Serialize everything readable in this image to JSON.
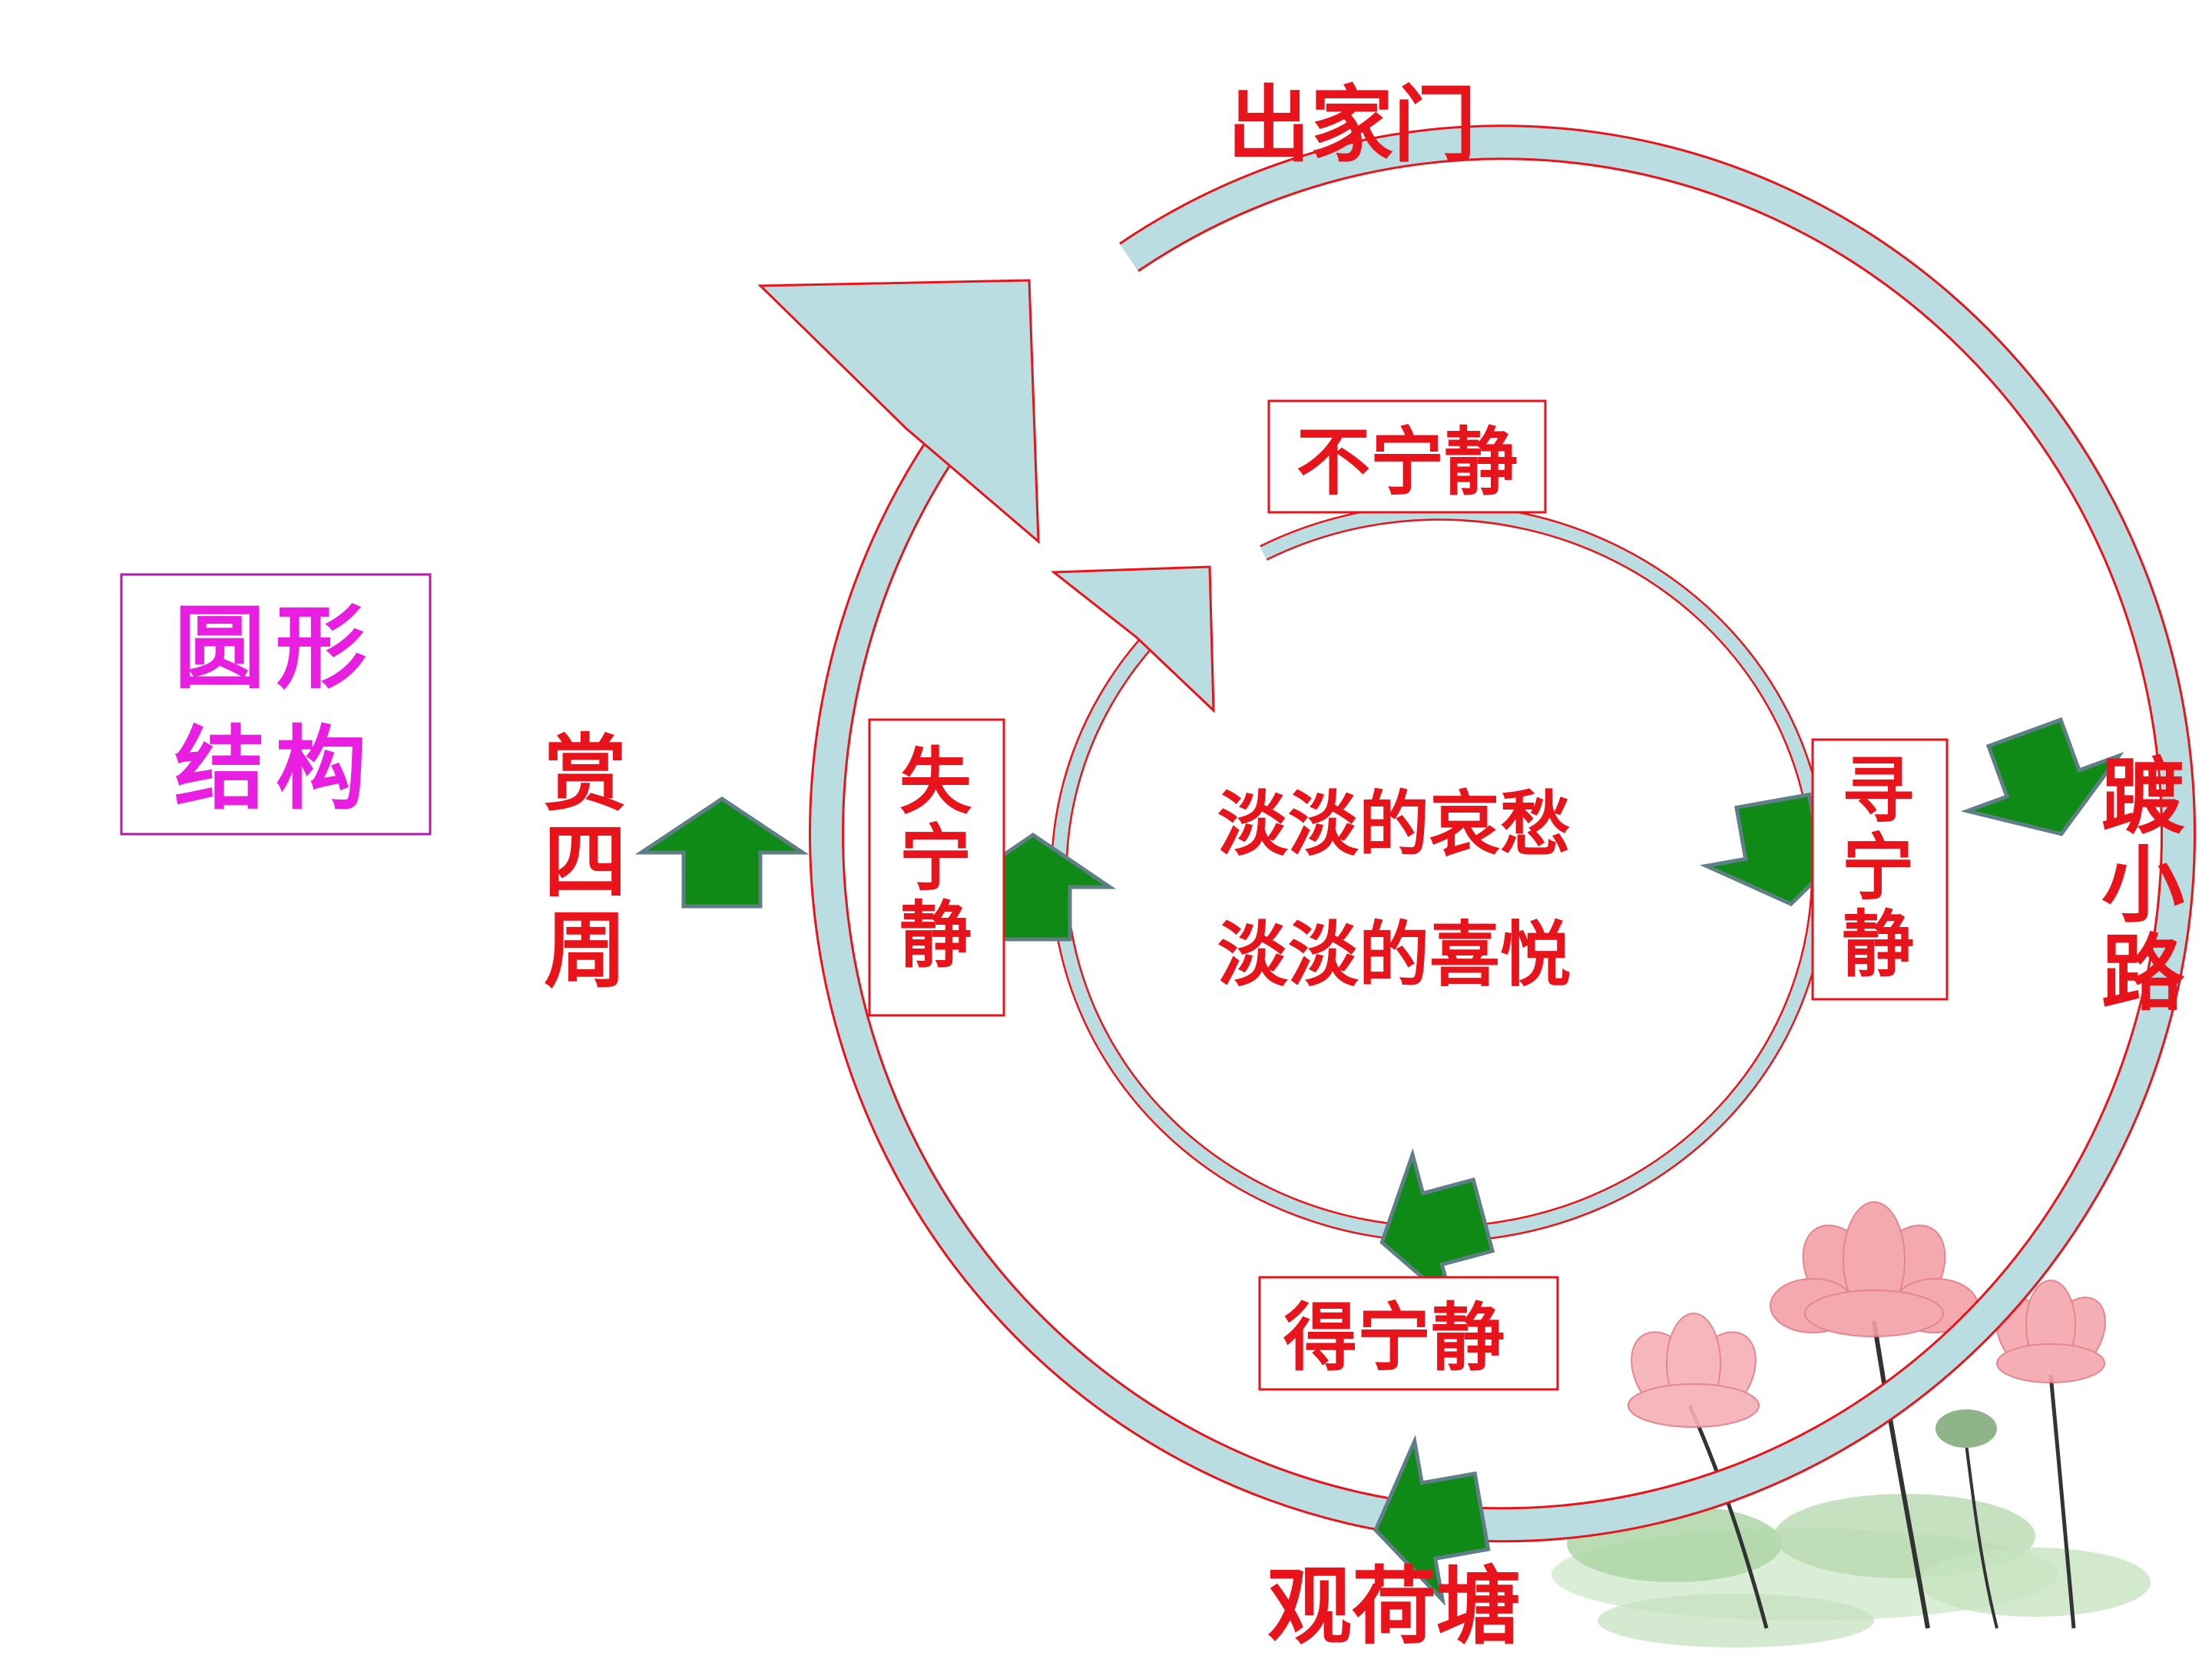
{
  "title_box": {
    "line1": "圆形",
    "line2": "结构"
  },
  "outer_labels": {
    "top": "出家门",
    "right": [
      "踱",
      "小",
      "路"
    ],
    "bottom": "观荷塘",
    "left": [
      "赏",
      "四",
      "周"
    ]
  },
  "inner_boxes": {
    "top": "不宁静",
    "right": [
      "寻",
      "宁",
      "静"
    ],
    "bottom": "得宁静",
    "left": [
      "失",
      "宁",
      "静"
    ]
  },
  "center": {
    "line1": "淡淡的哀愁",
    "line2": "淡淡的喜悦"
  },
  "colors": {
    "label": "#e8141c",
    "title": "#e81ee0",
    "ring_fill": "#b9dde0",
    "ring_stroke": "#e8141c",
    "arrow_fill": "#0f8a16",
    "arrow_stroke": "#5f7f86",
    "title_border": "#b01aa8"
  },
  "decoration": {
    "lotus": "lotus-flower-illustration"
  }
}
